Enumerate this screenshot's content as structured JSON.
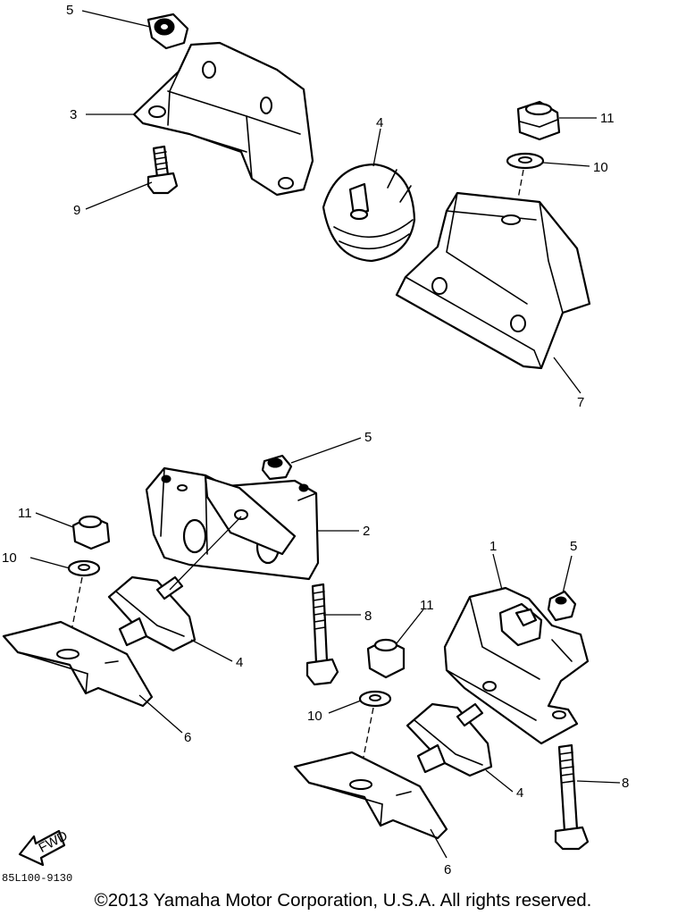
{
  "diagram": {
    "callouts": {
      "c5a": "5",
      "c3": "3",
      "c9": "9",
      "c4a": "4",
      "c11a": "11",
      "c10a": "10",
      "c7": "7",
      "c5b": "5",
      "c2": "2",
      "c11b": "11",
      "c10b": "10",
      "c8a": "8",
      "c4b": "4",
      "c6a": "6",
      "c1": "1",
      "c5c": "5",
      "c11c": "11",
      "c10c": "10",
      "c4c": "4",
      "c8b": "8",
      "c6b": "6"
    },
    "fwd_label": "FWD",
    "drawing_code": "85L100-9130"
  },
  "footer": {
    "copyright": "©2013 Yamaha Motor Corporation, U.S.A. All rights reserved."
  }
}
